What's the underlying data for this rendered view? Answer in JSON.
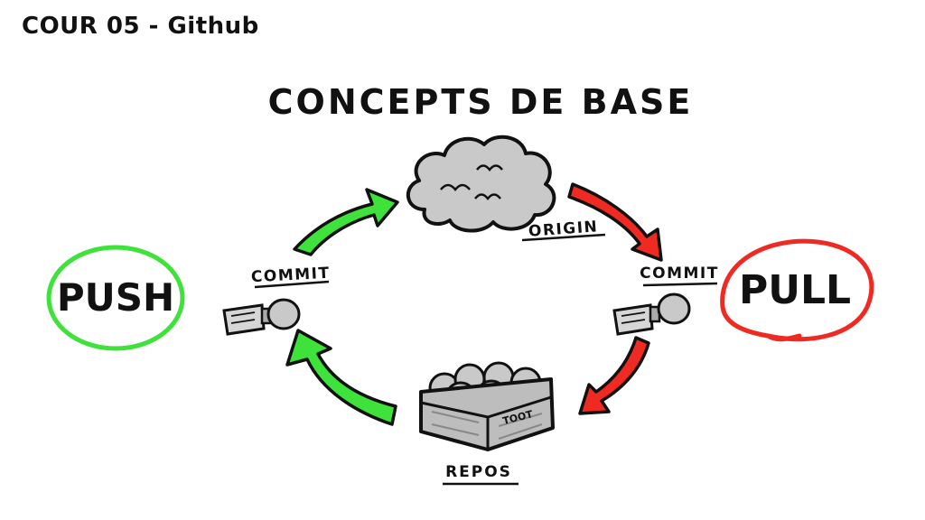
{
  "header": {
    "course_title": "COUR 05 - Github"
  },
  "diagram": {
    "title": "CONCEPTS DE BASE",
    "push_label": "PUSH",
    "pull_label": "PULL",
    "origin_label": "ORIGIN",
    "commit_left_label": "COMMIT",
    "commit_right_label": "COMMIT",
    "repos_label": "REPOS",
    "box_tag": "TOOT"
  },
  "colors": {
    "push_accent": "#3ee23a",
    "pull_accent": "#ee2a22",
    "cloud_fill": "#c9c9c9",
    "box_fill": "#bdbdbd",
    "ink": "#111111"
  },
  "icons": [
    "cloud-icon",
    "stamp-icon",
    "crate-icon",
    "arrow-icon"
  ]
}
